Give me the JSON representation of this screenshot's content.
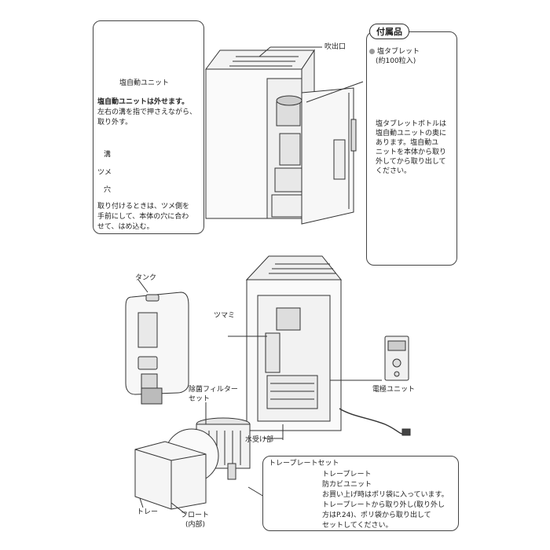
{
  "top_left_callout": {
    "unit_title": "塩自動ユニット",
    "heading": "塩自動ユニットは外せます。",
    "line1": "左右の溝を指で押さえながら、",
    "line2": "取り外す。",
    "label_groove": "溝",
    "label_claw": "ツメ",
    "label_hole": "穴",
    "attach_line1": "取り付けるときは、ツメ側を",
    "attach_line2": "手前にして、本体の穴に合わ",
    "attach_line3": "せて、はめ込む。"
  },
  "main_labels": {
    "outlet": "吹出口",
    "tank": "タンク",
    "knob": "ツマミ",
    "electrode_unit": "電極ユニット",
    "filter_line1": "除菌フィルター",
    "filter_line2": "セット",
    "water_receiver": "水受け部",
    "tray": "トレー",
    "float": "フロート",
    "float_inner": "(内部)"
  },
  "accessories": {
    "badge": "付属品",
    "tablet": "塩タブレット",
    "tablet_count": "(約100粒入)",
    "line1": "塩タブレットボトルは",
    "line2": "塩自動ユニットの奥に",
    "line3": "あります。塩自動ユ",
    "line4": "ニットを本体から取り",
    "line5": "外してから取り出して",
    "line6": "ください。"
  },
  "tray_plate_callout": {
    "title": "トレープレートセット",
    "plate": "トレープレート",
    "mold": "防カビユニット",
    "line1": "お買い上げ時はポリ袋に入っています。",
    "line2": "トレープレートから取り外し(取り外し",
    "line3": "方はP.24)、ポリ袋から取り出して",
    "line4": "セットしてください。"
  }
}
